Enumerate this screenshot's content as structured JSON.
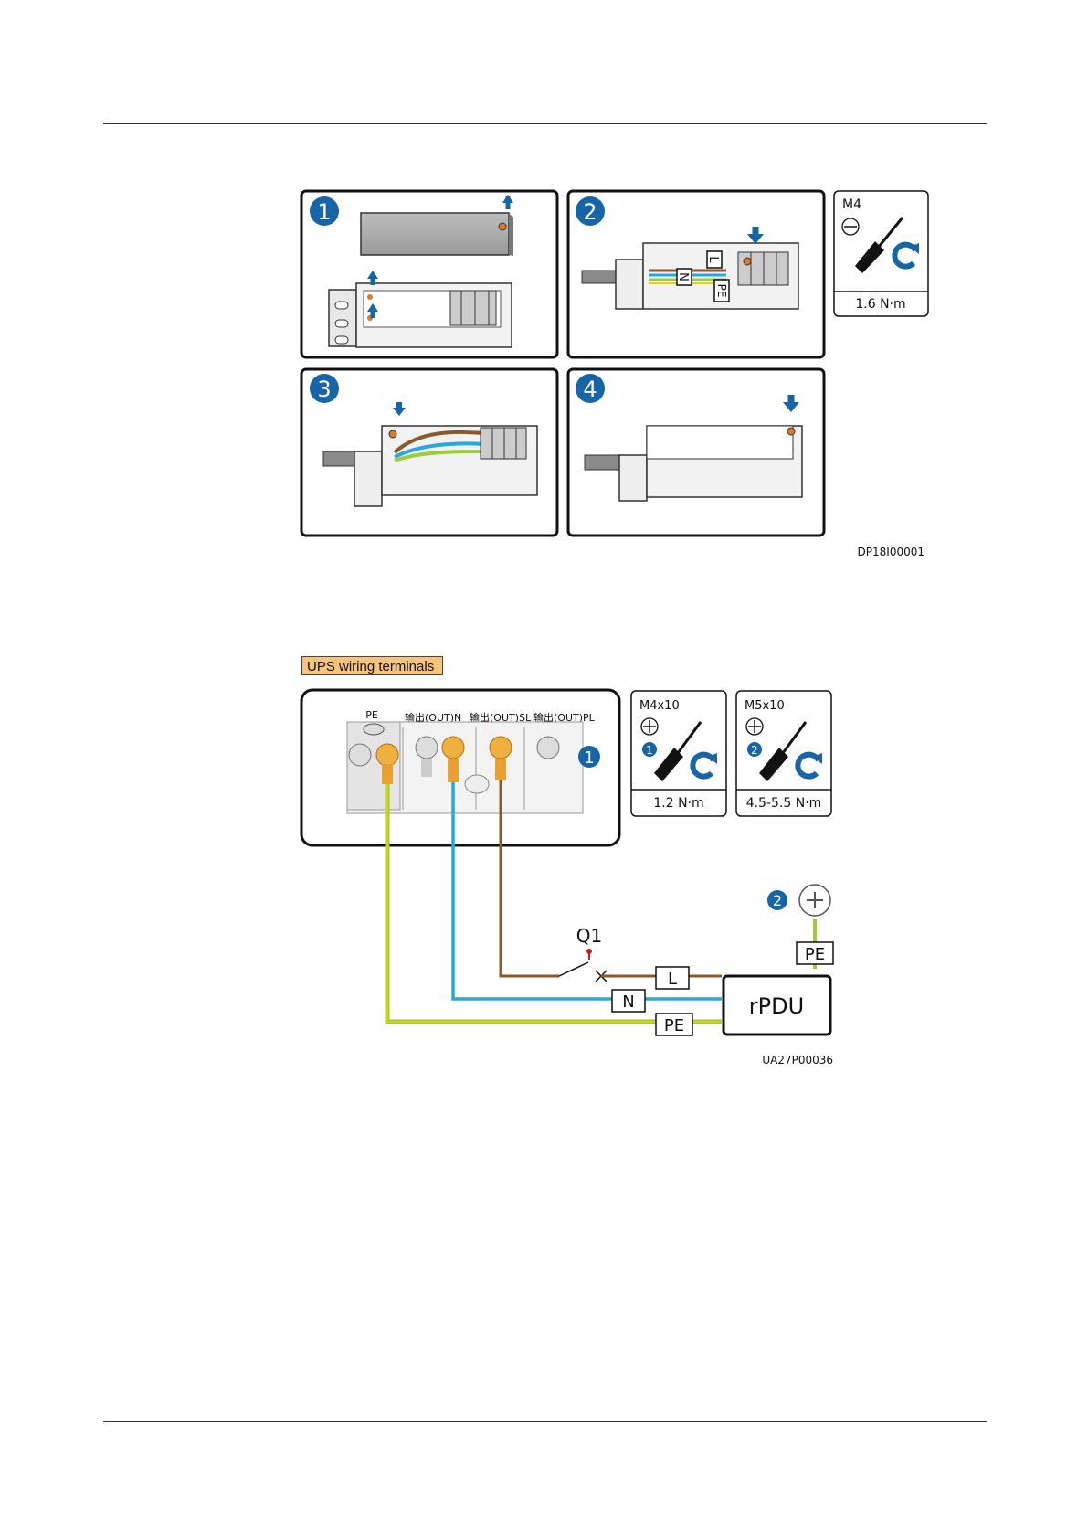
{
  "figure1": {
    "steps": [
      "1",
      "2",
      "3",
      "4"
    ],
    "wire_labels": [
      "L",
      "N",
      "PE"
    ],
    "tool": {
      "size": "M4",
      "torque": "1.6 N·m"
    },
    "id": "DP18I00001"
  },
  "figure2": {
    "caption": "UPS wiring terminals",
    "terminals": {
      "pe": "PE",
      "out_n": "输出(OUT)N",
      "out_sl": "输出(OUT)SL",
      "out_pl": "输出(OUT)PL"
    },
    "marker1": "1",
    "marker2": "2",
    "tools": [
      {
        "size": "M4x10",
        "step": "1",
        "torque": "1.2 N·m"
      },
      {
        "size": "M5x10",
        "step": "2",
        "torque": "4.5-5.5 N·m"
      }
    ],
    "breaker": "Q1",
    "wire_labels": {
      "l": "L",
      "n": "N",
      "pe": "PE",
      "pe_top": "PE"
    },
    "device": "rPDU",
    "id": "UA27P00036"
  },
  "colors": {
    "step_badge": "#1565a8",
    "wire_l": "#8b5a2b",
    "wire_n": "#29a8e0",
    "wire_pe": "#9ccc3a",
    "caption_bg": "#f6c47a"
  }
}
